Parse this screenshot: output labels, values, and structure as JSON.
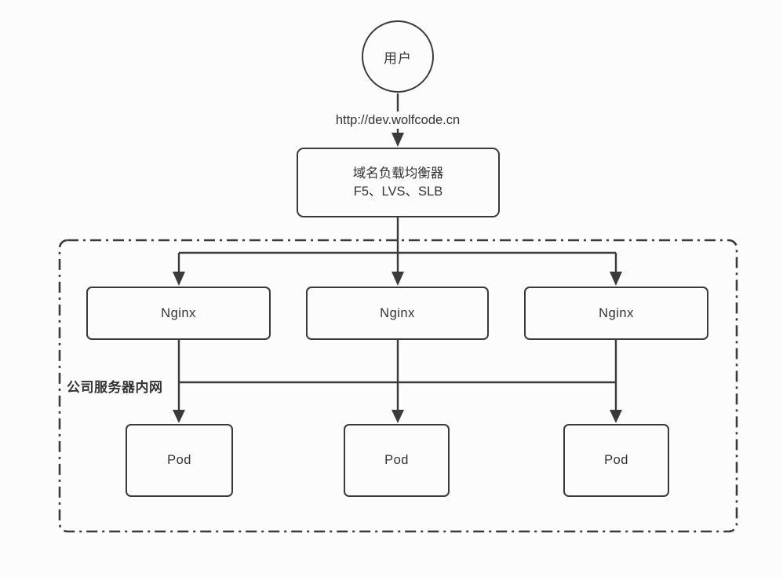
{
  "diagram": {
    "user": {
      "label": "用户"
    },
    "request_url": "http://dev.wolfcode.cn",
    "load_balancer": {
      "title": "域名负载均衡器",
      "subtitle": "F5、LVS、SLB"
    },
    "intranet": {
      "label": "公司服务器内网"
    },
    "nginx_nodes": [
      {
        "label": "Nginx"
      },
      {
        "label": "Nginx"
      },
      {
        "label": "Nginx"
      }
    ],
    "pod_nodes": [
      {
        "label": "Pod"
      },
      {
        "label": "Pod"
      },
      {
        "label": "Pod"
      }
    ],
    "colors": {
      "line": "#3a3a3a",
      "background": "#fcfcfc",
      "node_border": "#3a3a3a",
      "text": "#333333"
    }
  }
}
